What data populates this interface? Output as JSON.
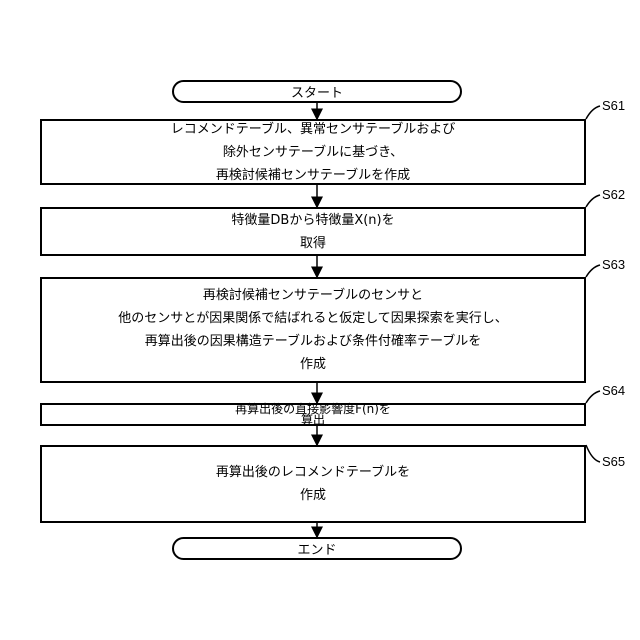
{
  "flowchart": {
    "start_label": "スタート",
    "end_label": "エンド",
    "steps": [
      {
        "id": "S61",
        "lines": [
          "レコメンドテーブル、異常センサテーブルおよび",
          "除外センサテーブルに基づき、",
          "再検討候補センサテーブルを作成"
        ]
      },
      {
        "id": "S62",
        "lines": [
          "特徴量DBから特徴量X(n)を",
          "取得"
        ]
      },
      {
        "id": "S63",
        "lines": [
          "再検討候補センサテーブルのセンサと",
          "他のセンサとが因果関係で結ばれると仮定して因果探索を実行し、",
          "再算出後の因果構造テーブルおよび条件付確率テーブルを",
          "作成"
        ]
      },
      {
        "id": "S64",
        "lines": [
          "再算出後の直接影響度F(n)を",
          "算出"
        ]
      },
      {
        "id": "S65",
        "lines": [
          "再算出後のレコメンドテーブルを",
          "作成"
        ]
      }
    ]
  }
}
